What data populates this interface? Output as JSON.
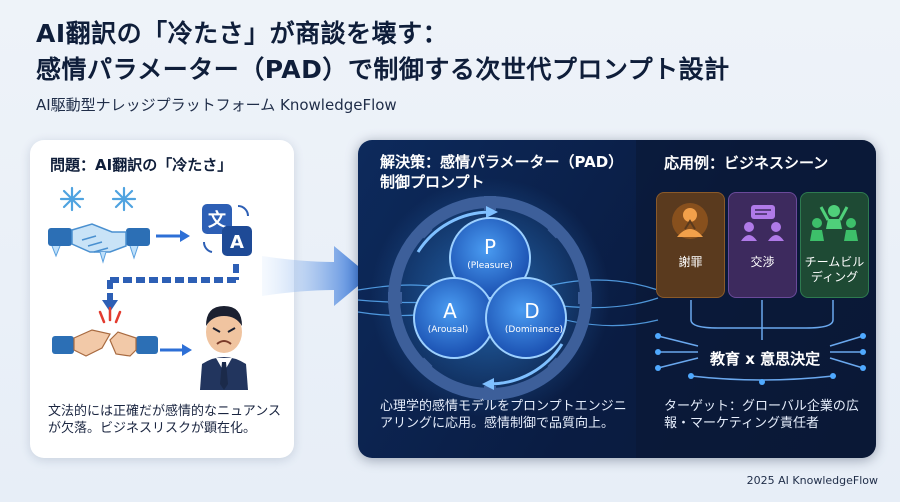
{
  "header": {
    "title_line1": "AI翻訳の「冷たさ」が商談を壊す：",
    "title_line2": "感情パラメーター（PAD）で制御する次世代プロンプト設計",
    "subtitle": "AI駆動型ナレッジプラットフォーム KnowledgeFlow"
  },
  "problem": {
    "heading": "問題：AI翻訳の「冷たさ」",
    "description": "文法的には正確だが感情的なニュアンスが欠落。ビジネスリスクが顕在化。",
    "translate_glyph_1": "文",
    "translate_glyph_2": "A"
  },
  "solution": {
    "heading": "解決策：感情パラメーター（PAD）制御プロンプト",
    "pad": {
      "p_letter": "P",
      "p_label": "(Pleasure)",
      "a_letter": "A",
      "a_label": "(Arousal)",
      "d_letter": "D",
      "d_label": "(Dominance)"
    },
    "description": "心理学的感情モデルをプロンプトエンジニアリングに応用。感情制御で品質向上。"
  },
  "applications": {
    "heading": "応用例：ビジネスシーン",
    "items": [
      {
        "label": "謝罪",
        "icon": "apology-icon",
        "color": "#e07a1c"
      },
      {
        "label": "交渉",
        "icon": "negotiation-icon",
        "color": "#9b59d6"
      },
      {
        "label": "チームビルディング",
        "icon": "team-icon",
        "color": "#3dbf6a"
      }
    ],
    "convergence": "教育 x 意思決定",
    "target": "ターゲット：グローバル企業の広報・マーケティング責任者"
  },
  "footer": {
    "copyright": "2025 AI KnowledgeFlow"
  }
}
